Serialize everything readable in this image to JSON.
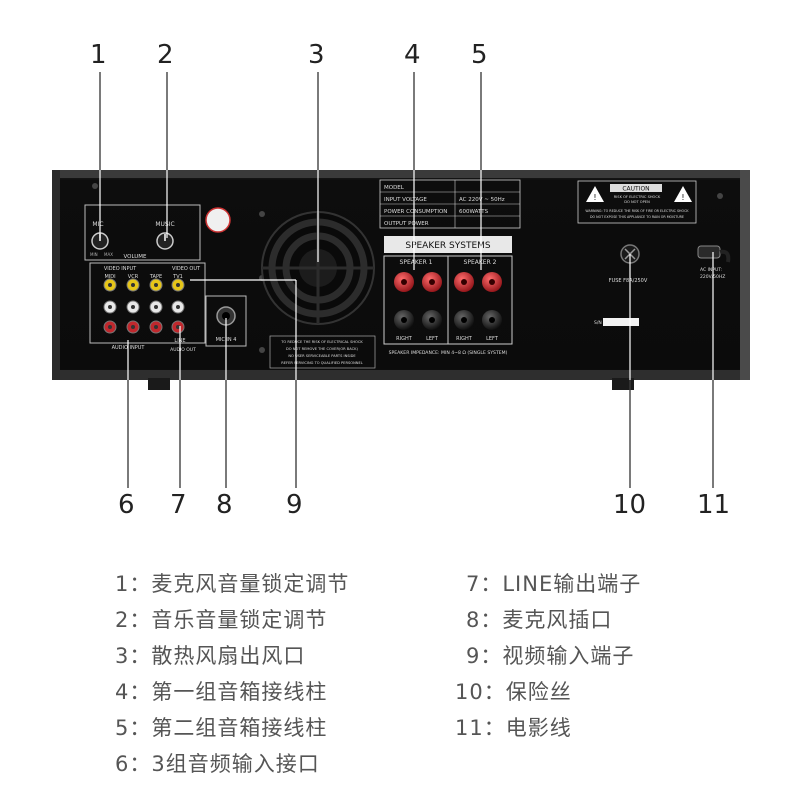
{
  "callouts": [
    "1",
    "2",
    "3",
    "4",
    "5",
    "6",
    "7",
    "8",
    "9",
    "10",
    "11"
  ],
  "panel": {
    "mic_label": "MIC",
    "music_label": "MUSIC",
    "volume_label": "VOLUME",
    "knob_min": "MIN",
    "knob_max": "MAX",
    "video_input_label": "VIDEO INPUT",
    "video_out_label": "VIDEO OUT",
    "jack_labels": [
      "MIDI",
      "VCR",
      "TAPE",
      "TV1"
    ],
    "audio_input_label": "AUDIO INPUT",
    "line_label": "LINE",
    "audio_out_label": "AUDIO OUT",
    "mic_in_label": "MIC IN 4",
    "warning_text": [
      "TO REDUCE THE RISK OF ELECTRICAL SHOCK",
      "DO NOT REMOVE THE COVER(OR BACK)",
      "NO USER SERVICEABLE PARTS INSIDE",
      "REFER SERVICING TO QUALIFIED PERSONNEL"
    ],
    "spec_table": [
      [
        "MODEL",
        ""
      ],
      [
        "INPUT VOLTAGE",
        "AC 220V ~ 50Hz"
      ],
      [
        "POWER CONSUMPTION",
        "600WATTS"
      ],
      [
        "OUTPUT POWER",
        ""
      ]
    ],
    "speaker_systems_label": "SPEAKER SYSTEMS",
    "speaker1_label": "SPEAKER 1",
    "speaker2_label": "SPEAKER 2",
    "right_label": "RIGHT",
    "left_label": "LEFT",
    "impedance_label": "SPEAKER IMPEDANCE: MIN 4~8 Ω (SINGLE SYSTEM)",
    "caution_title": "CAUTION",
    "caution_sub": [
      "RISK OF ELECTRIC SHOCK",
      "DO NOT OPEN"
    ],
    "caution_warning": [
      "WARNING: TO REDUCE THE RISK OF FIRE OR ELECTRIC SHOCK",
      "DO NOT EXPOSE THIS APPLIANCE TO RAIN OR MOISTURE"
    ],
    "fuse_label": "FUSE  F8A/250V",
    "ac_input_label": [
      "AC INPUT:",
      "220V/50HZ"
    ],
    "serial_label": "S/N"
  },
  "legend_left": [
    "1：麦克风音量锁定调节",
    "2：音乐音量锁定调节",
    "3：散热风扇出风口",
    "4：第一组音箱接线柱",
    "5：第二组音箱接线柱",
    "6：3组音频输入接口"
  ],
  "legend_right": [
    "7：LINE输出端子",
    "8：麦克风插口",
    "9：视频输入端子",
    "10：保险丝",
    "11：电影线"
  ],
  "colors": {
    "chassis": "#111111",
    "red_jack": "#c0282d",
    "yellow_jack": "#e6c619",
    "white_jack": "#e8e8e8"
  }
}
